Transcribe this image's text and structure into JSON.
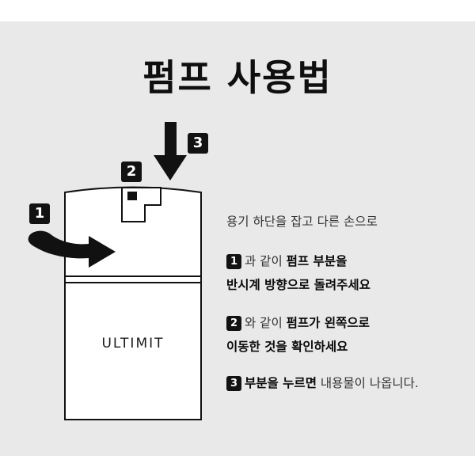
{
  "title": "펌프 사용법",
  "brand": "ULTIMIT",
  "badges": {
    "one": "1",
    "two": "2",
    "three": "3"
  },
  "intro": "용기 하단을 잡고 다른 손으로",
  "step1": {
    "num": "1",
    "pre": "과 같이 ",
    "bold1": "펌프 부분을",
    "line2": "반시계 방향으로 돌려주세요"
  },
  "step2": {
    "num": "2",
    "pre": "와 같이 ",
    "bold1": "펌프가 왼쪽으로",
    "line2": "이동한 것을 확인하세요"
  },
  "step3": {
    "num": "3",
    "bold1": "부분을 누르면",
    "rest": " 내용물이 나옵니다."
  },
  "icons": {
    "arrow_curved": "curved-arrow-icon",
    "arrow_down": "down-arrow-icon"
  },
  "colors": {
    "background": "#e9e9e9",
    "ink": "#111111",
    "container": "#ffffff"
  }
}
